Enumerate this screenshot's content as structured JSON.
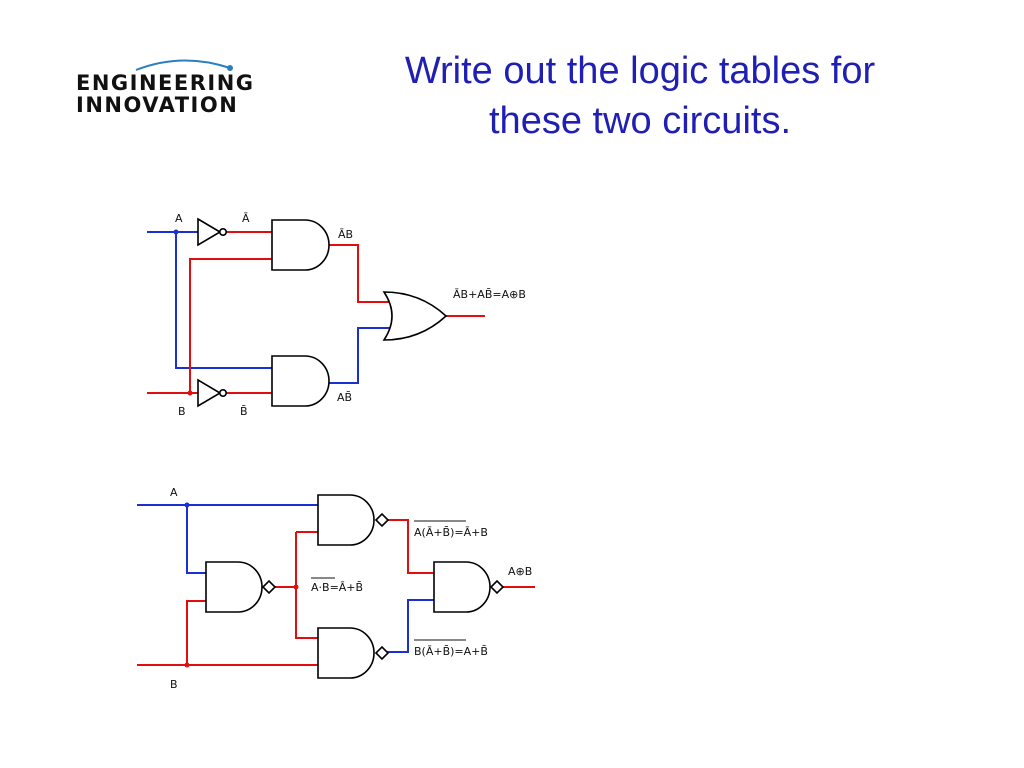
{
  "slide": {
    "title_line1": "Write out the logic tables for",
    "title_line2": "these two circuits.",
    "title_color": "#1f1fb4"
  },
  "logo": {
    "line1": "ENGINEERING",
    "line2": "INNOVATION",
    "line1_color": "#6fb43b",
    "line2_color": "#1b3e93",
    "arc_color": "#2a7fc1"
  },
  "colors": {
    "wire_a": "#1a2fd4",
    "wire_b": "#e00e0e",
    "gate": "#000000"
  },
  "circuit1": {
    "input_a": "A",
    "input_b": "B",
    "not_a": "Ā",
    "not_b": "B̄",
    "and_top_out": "ĀB",
    "and_bottom_out": "AB̄",
    "output": "ĀB+AB̄=A⊕B"
  },
  "circuit2": {
    "input_a": "A",
    "input_b": "B",
    "nand_mid_out": "A·B=Ā+B̄",
    "nand_top_out": "A(Ā+B̄)=Ā+B",
    "nand_bottom_out": "B(Ā+B̄)=A+B̄",
    "output": "A⊕B"
  }
}
